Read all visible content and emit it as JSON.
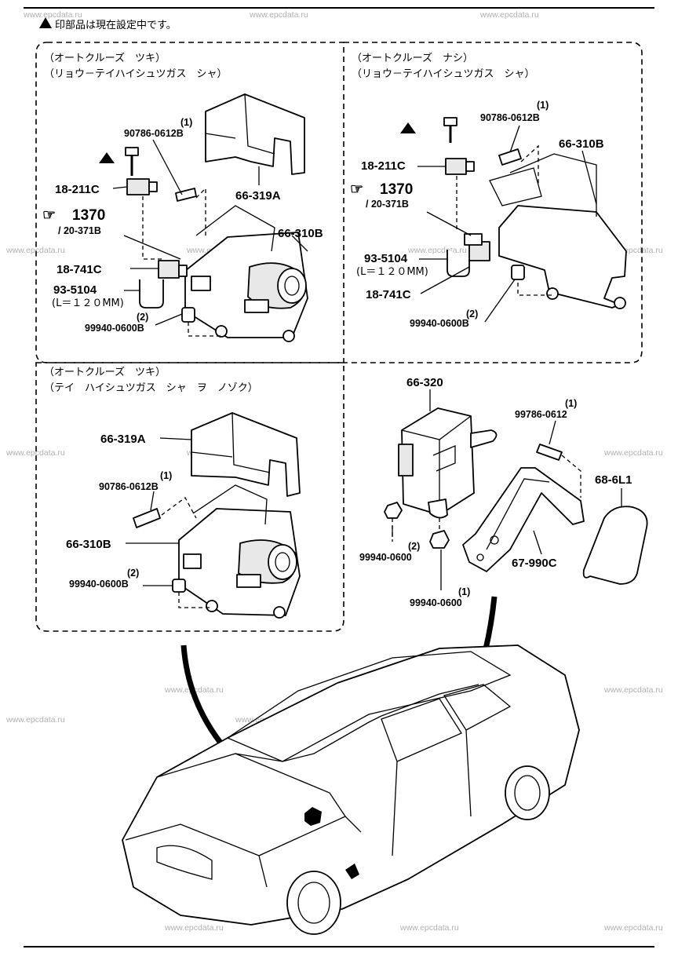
{
  "header": {
    "note": "印部品は現在設定中です。",
    "marker": "▲"
  },
  "watermark": "www.epcdata.ru",
  "panels": {
    "top_left": {
      "title1": "（オートクルーズ　ツキ）",
      "title2": "（リョウ－テイハイシュツガス　シャ）",
      "labels": {
        "bolt_qty": "(1)",
        "bolt": "90786-0612B",
        "sensor": "18-211C",
        "ref_num": "1370",
        "ref_sub": "/ 20-371B",
        "cover": "66-319A",
        "bracket": "66-310B",
        "actuator": "18-741C",
        "hose": "93-5104",
        "hose_len": "(L＝１２０MM)",
        "nut_qty": "(2)",
        "nut": "99940-0600B"
      }
    },
    "top_right": {
      "title1": "（オートクルーズ　ナシ）",
      "title2": "（リョウ－テイハイシュツガス　シャ）",
      "labels": {
        "bolt_qty": "(1)",
        "bolt": "90786-0612B",
        "bracket": "66-310B",
        "sensor": "18-211C",
        "ref_num": "1370",
        "ref_sub": "/ 20-371B",
        "hose": "93-5104",
        "hose_len": "(L＝１２０MM)",
        "actuator": "18-741C",
        "nut_qty": "(2)",
        "nut": "99940-0600B"
      }
    },
    "bottom_left": {
      "title1": "（オートクルーズ　ツキ）",
      "title2": "（テイ　ハイシュツガス　シャ　ヲ　ノゾク）",
      "labels": {
        "cover": "66-319A",
        "bolt_qty": "(1)",
        "bolt": "90786-0612B",
        "bracket": "66-310B",
        "nut_qty": "(2)",
        "nut": "99940-0600B"
      }
    },
    "bottom_right": {
      "labels": {
        "module": "66-320",
        "bolt_qty": "(1)",
        "bolt": "99786-0612",
        "cover": "68-6L1",
        "nut1_qty": "(2)",
        "nut1": "99940-0600",
        "link": "67-990C",
        "nut2_qty": "(1)",
        "nut2": "99940-0600"
      }
    }
  }
}
